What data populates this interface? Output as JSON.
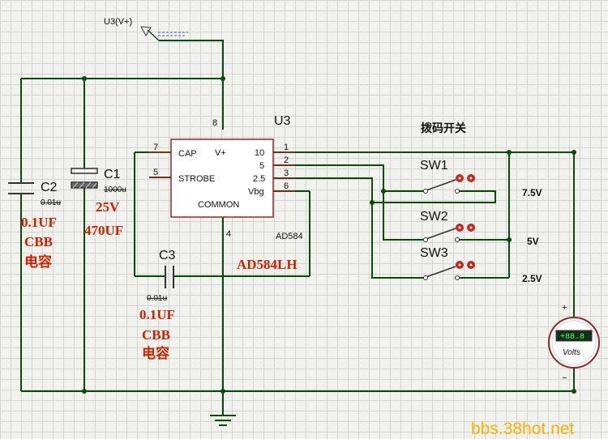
{
  "probe": {
    "label": "U3(V+)"
  },
  "ic": {
    "ref": "U3",
    "part": "AD584",
    "pins": {
      "cap": "CAP",
      "vplus": "V+",
      "strobe": "STROBE",
      "out25": "2.5",
      "out5": "5",
      "out10": "10",
      "vbg": "Vbg",
      "common": "COMMON"
    },
    "pin_numbers": {
      "p8": "8",
      "p7": "7",
      "p5": "5",
      "p4": "4",
      "p1": "1",
      "p2": "2",
      "p3": "3",
      "p6": "6"
    },
    "annotation": "AD584LH"
  },
  "c1": {
    "ref": "C1",
    "value": "1000u",
    "note_voltage": "25V",
    "note_cap": "470UF"
  },
  "c2": {
    "ref": "C2",
    "value": "0.01u",
    "note_value": "0.1UF",
    "note_type": "CBB",
    "note_kind": "电容"
  },
  "c3": {
    "ref": "C3",
    "value": "0.01u",
    "note_value": "0.1UF",
    "note_type": "CBB",
    "note_kind": "电容"
  },
  "switches": {
    "title": "拨码开关",
    "sw1": {
      "ref": "SW1",
      "voltage": "7.5V"
    },
    "sw2": {
      "ref": "SW2",
      "voltage": "5V"
    },
    "sw3": {
      "ref": "SW3",
      "voltage": "2.5V"
    }
  },
  "meter": {
    "display": "+88.8",
    "unit": "Volts",
    "plus": "+",
    "minus": "−"
  },
  "watermark": "bbs.38hot.net",
  "colors": {
    "wire": "#0a4a0a",
    "annotation": "#cc2200",
    "component": "#8a2a2a",
    "ic_fill": "#ffffff",
    "watermark": "#ffb000"
  }
}
